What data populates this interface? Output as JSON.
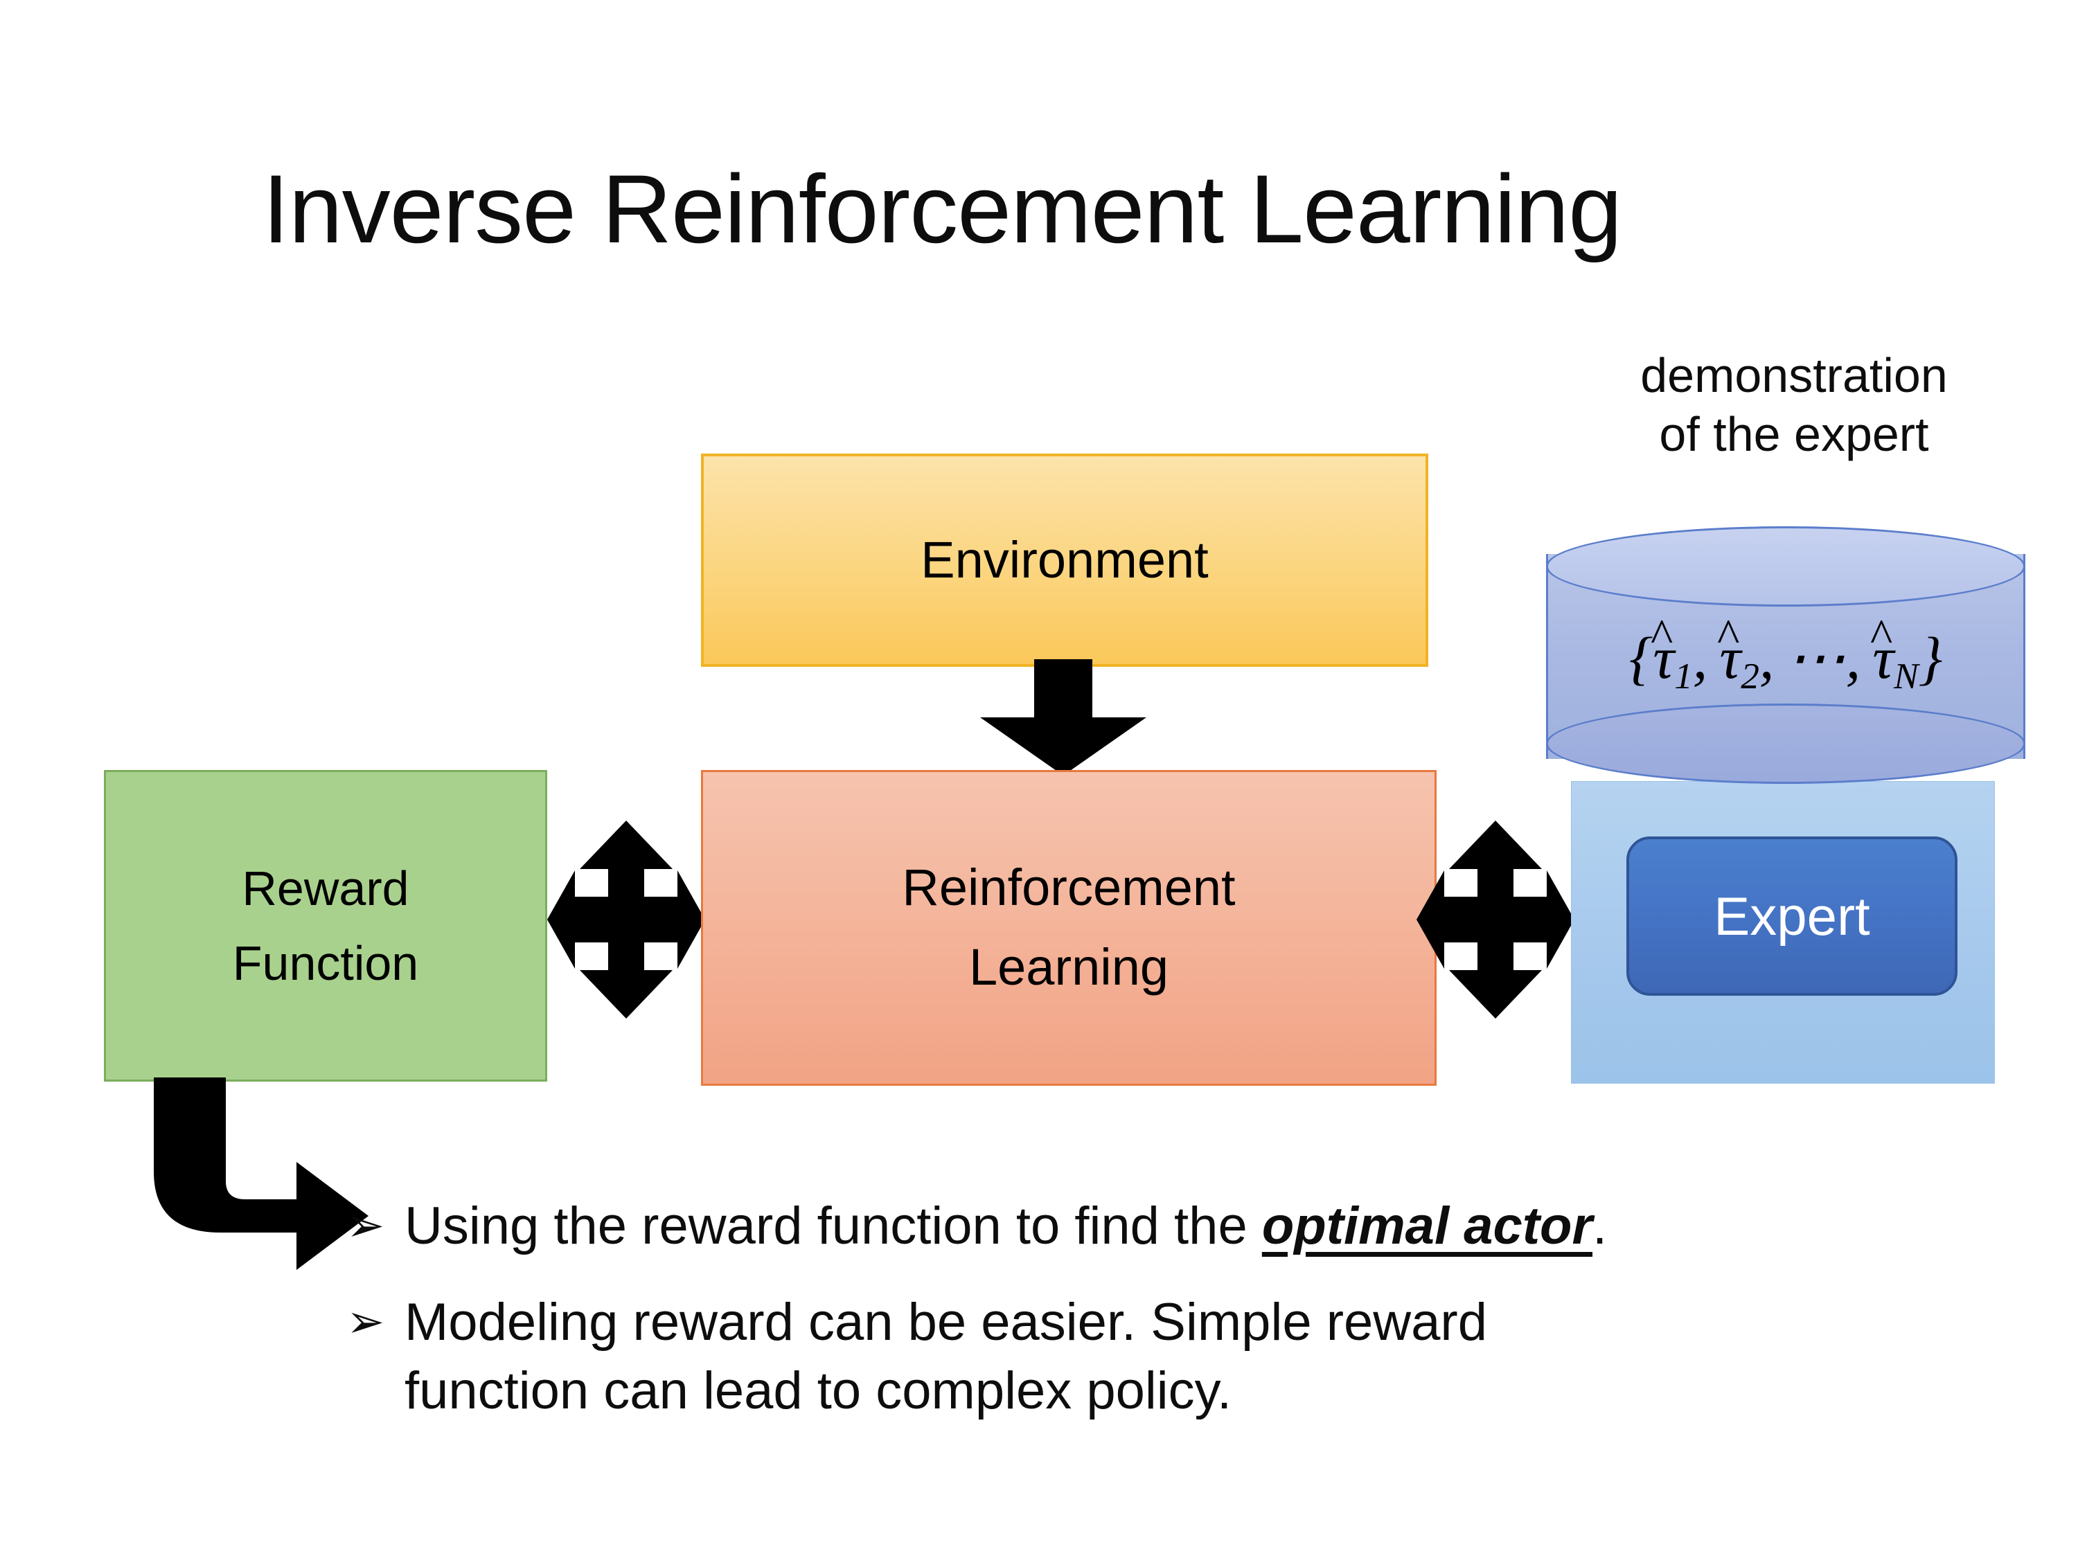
{
  "slide": {
    "title": "Inverse Reinforcement Learning",
    "background_color": "#FFFFFF"
  },
  "diagram": {
    "environment_box": {
      "label": "Environment",
      "fill_top": "#FCE3AA",
      "fill_bottom": "#FBC85A",
      "border_color": "#F0B323"
    },
    "reinforcement_learning_box": {
      "label_line1": "Reinforcement",
      "label_line2": "Learning",
      "fill_top": "#F6C3AE",
      "fill_bottom": "#F2A385",
      "border_color": "#E8793F"
    },
    "reward_function_box": {
      "label_line1": "Reward",
      "label_line2": "Function",
      "fill": "#A9D18E",
      "border_color": "#7BAE5C"
    },
    "expert_group": {
      "caption_line1": "demonstration",
      "caption_line2": "of the expert",
      "cylinder": {
        "formula_open": "{",
        "tau1": "τ",
        "tau1_sub": "1",
        "sep1": ",",
        "tau2": "τ",
        "tau2_sub": "2",
        "sep2": ",",
        "ellipsis": "⋯",
        "sep3": ",",
        "tauN": "τ",
        "tauN_sub": "N",
        "formula_close": "}",
        "hat": "^",
        "fill_top": "#C7D2F0",
        "fill_body": "#A8B8E2",
        "border_color": "#5B7DCB"
      },
      "panel": {
        "fill_top": "#B5D3F0",
        "fill_bottom": "#9CC3EA"
      },
      "expert_button": {
        "label": "Expert",
        "fill": "#4472C4",
        "border_color": "#2F5597",
        "text_color": "#FFFFFF"
      }
    },
    "arrows": {
      "environment_to_rl": "down-arrow",
      "reward_to_rl": "quad-arrow",
      "rl_to_expert": "quad-arrow",
      "reward_to_bullets": "elbow-arrow",
      "color": "#000000"
    }
  },
  "bullets": [
    {
      "marker": "➢",
      "text_before": "Using the reward function to find the ",
      "emphasis": "optimal actor",
      "text_after": ".",
      "line2": ""
    },
    {
      "marker": "➢",
      "text_before": "Modeling reward can be easier. Simple reward",
      "emphasis": "",
      "text_after": "",
      "line2": "function can lead to complex policy."
    }
  ]
}
